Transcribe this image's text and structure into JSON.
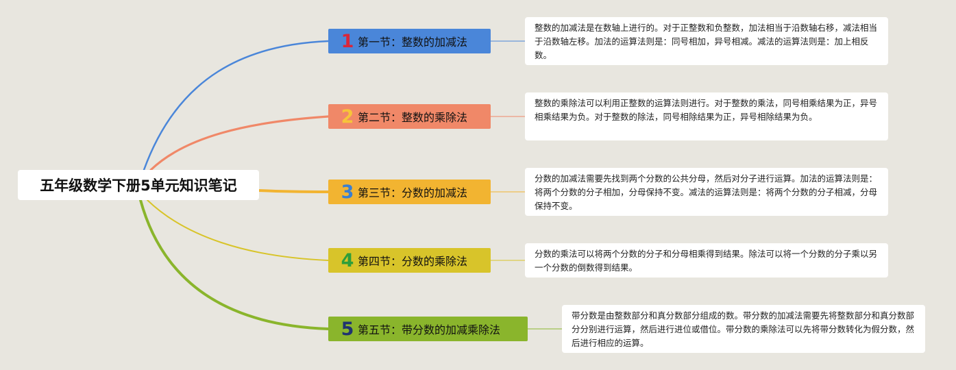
{
  "root": {
    "title": "五年级数学下册5单元知识笔记"
  },
  "branches": [
    {
      "num": "1",
      "label": "第一节：整数的加减法",
      "color": "#4a86d9",
      "num_color": "#d9263a",
      "note": "整数的加减法是在数轴上进行的。对于正整数和负整数，加法相当于沿数轴右移，减法相当于沿数轴左移。加法的运算法则是：同号相加，异号相减。减法的运算法则是：加上相反数。"
    },
    {
      "num": "2",
      "label": "第二节：整数的乘除法",
      "color": "#f08868",
      "num_color": "#f7c43a",
      "note": "整数的乘除法可以利用正整数的运算法则进行。对于整数的乘法，同号相乘结果为正，异号相乘结果为负。对于整数的除法，同号相除结果为正，异号相除结果为负。"
    },
    {
      "num": "3",
      "label": "第三节：分数的加减法",
      "color": "#f2b431",
      "num_color": "#3a7fd1",
      "note": "分数的加减法需要先找到两个分数的公共分母，然后对分子进行运算。加法的运算法则是：将两个分数的分子相加，分母保持不变。减法的运算法则是：将两个分数的分子相减，分母保持不变。"
    },
    {
      "num": "4",
      "label": "第四节：分数的乘除法",
      "color": "#d8c42a",
      "num_color": "#2e9e3a",
      "note": "分数的乘法可以将两个分数的分子和分母相乘得到结果。除法可以将一个分数的分子乘以另一个分数的倒数得到结果。"
    },
    {
      "num": "5",
      "label": "第五节：带分数的加减乘除法",
      "color": "#8ab52c",
      "num_color": "#1f3370",
      "note": "带分数是由整数部分和真分数部分组成的数。带分数的加减法需要先将整数部分和真分数部分分别进行运算，然后进行进位或借位。带分数的乘除法可以先将带分数转化为假分数，然后进行相应的运算。"
    }
  ]
}
